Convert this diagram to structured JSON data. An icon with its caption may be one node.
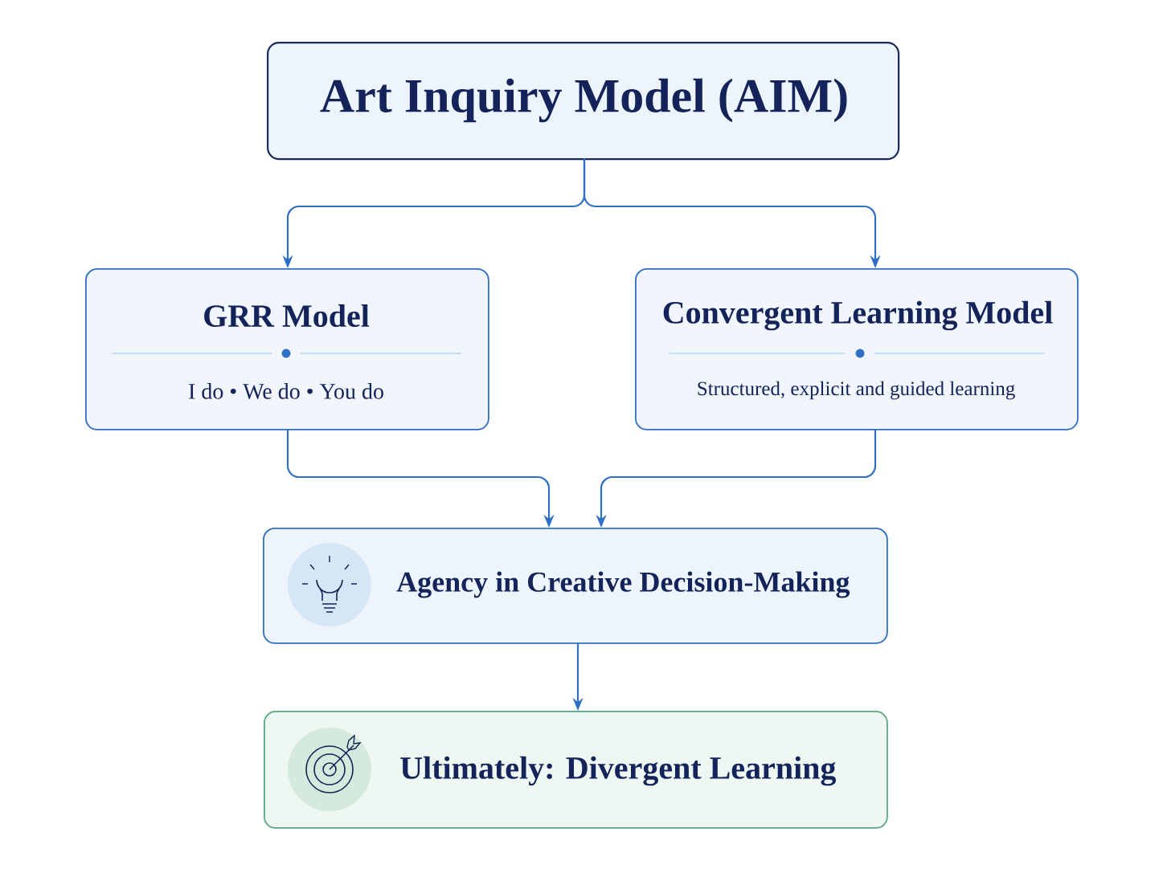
{
  "diagram": {
    "nodes": [
      {
        "text": [
          "Art Inquiry Model (AIM)"
        ]
      },
      {
        "text": [
          "GRR Model",
          "I do • We do • You do"
        ]
      },
      {
        "text": [
          "Convergent Learning Model",
          "Structured, explicit and guided learning"
        ]
      },
      {
        "text": [
          "Agency in Creative Decision-Making"
        ]
      },
      {
        "text": [
          "Ultimately: Divergent Learning"
        ]
      }
    ],
    "edges": [
      {
        "from": 0,
        "to": 1,
        "arrow": "to"
      },
      {
        "from": 0,
        "to": 2,
        "arrow": "to"
      },
      {
        "from": 1,
        "to": 3,
        "arrow": "to"
      },
      {
        "from": 2,
        "to": 3,
        "arrow": "to"
      },
      {
        "from": 3,
        "to": 4,
        "arrow": "to"
      }
    ]
  }
}
